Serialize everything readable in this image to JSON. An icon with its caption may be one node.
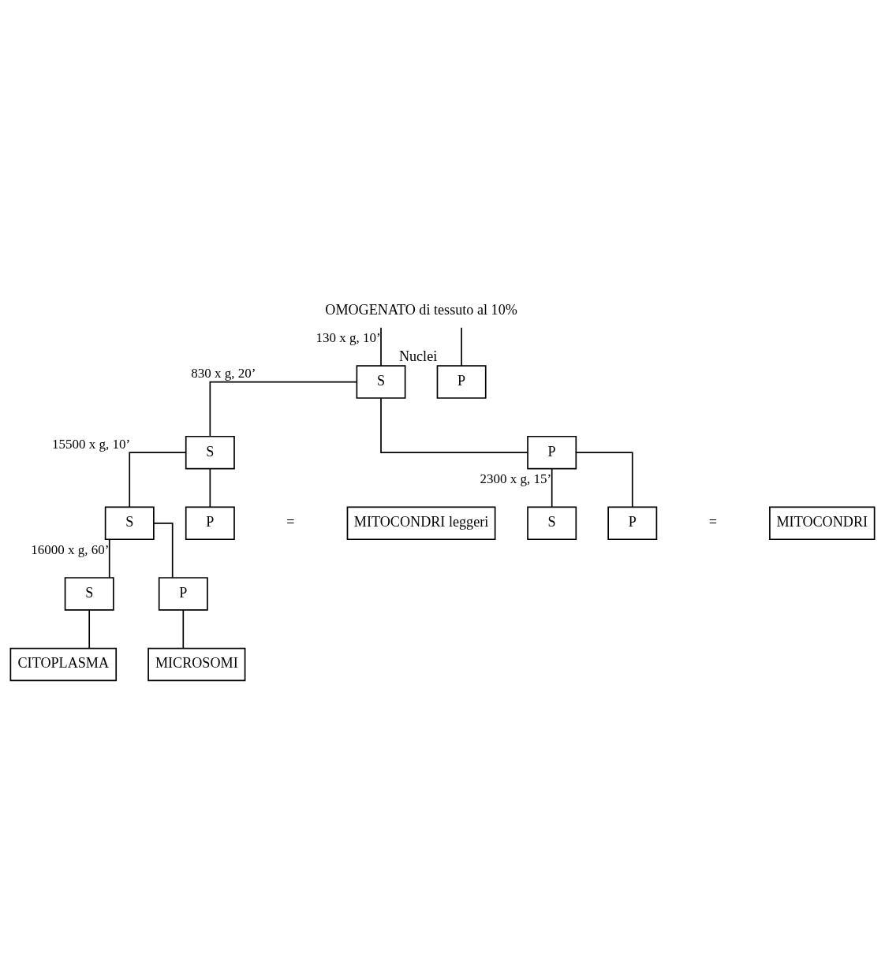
{
  "diagram": {
    "nodes": [
      {
        "text": [
          "OMOGENATO di tessuto al 10%"
        ]
      },
      {
        "text": [
          "S"
        ]
      },
      {
        "text": [
          "P"
        ],
        "beside": [
          "Nuclei"
        ]
      },
      {
        "text": [
          "S"
        ]
      },
      {
        "text": [
          "P"
        ]
      },
      {
        "text": [
          "S"
        ]
      },
      {
        "text": [
          "P"
        ]
      },
      {
        "text": [
          "MITOCONDRI"
        ]
      },
      {
        "text": [
          "S"
        ]
      },
      {
        "text": [
          "P"
        ]
      },
      {
        "text": [
          "MITOCONDRI leggeri"
        ]
      },
      {
        "text": [
          "S"
        ]
      },
      {
        "text": [
          "P"
        ]
      },
      {
        "text": [
          "CITOPLASMA"
        ]
      },
      {
        "text": [
          "MICROSOMI"
        ]
      }
    ],
    "edges": [
      {
        "from": 0,
        "to": 1,
        "arrow": "none",
        "label": "130 x g, 10’"
      },
      {
        "from": 0,
        "to": 2,
        "arrow": "none"
      },
      {
        "from": 1,
        "to": 3,
        "arrow": "none",
        "label": "830 x g, 20’"
      },
      {
        "from": 1,
        "to": 4,
        "arrow": "none"
      },
      {
        "from": 4,
        "to": 5,
        "arrow": "none",
        "label": "2300 x g, 15’"
      },
      {
        "from": 4,
        "to": 6,
        "arrow": "none"
      },
      {
        "from": 3,
        "to": 8,
        "arrow": "none",
        "label": "15500 x g, 10’"
      },
      {
        "from": 3,
        "to": 9,
        "arrow": "none"
      },
      {
        "from": 8,
        "to": 11,
        "arrow": "none",
        "label": "16000 x g, 60’"
      },
      {
        "from": 8,
        "to": 12,
        "arrow": "none"
      },
      {
        "from": 11,
        "to": 13,
        "arrow": "none"
      },
      {
        "from": 12,
        "to": 14,
        "arrow": "none"
      }
    ],
    "labels": [
      "=",
      "="
    ]
  }
}
